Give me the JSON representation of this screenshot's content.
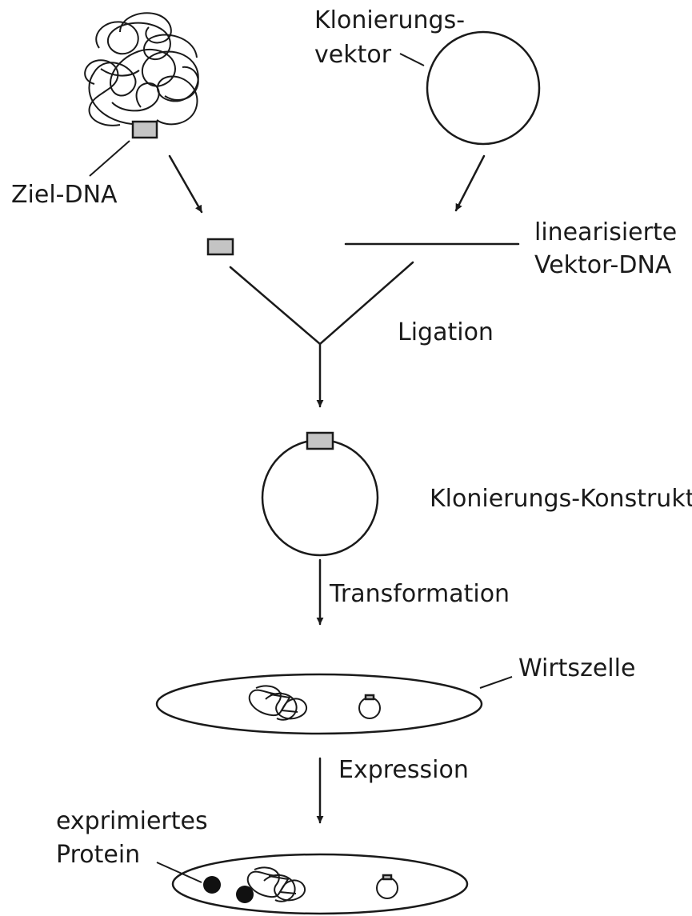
{
  "labels": {
    "target_dna": "Ziel-DNA",
    "cloning_vector_line1": "Klonierungs-",
    "cloning_vector_line2": "vektor",
    "linearized_vector_line1": "linearisierte",
    "linearized_vector_line2": "Vektor-DNA",
    "ligation": "Ligation",
    "cloning_construct": "Klonierungs-Konstrukt",
    "transformation": "Transformation",
    "host_cell": "Wirtszelle",
    "expression": "Expression",
    "expressed_protein_line1": "exprimiertes",
    "expressed_protein_line2": "Protein"
  },
  "colors": {
    "stroke": "#1a1a1a",
    "insert_fill": "#c4c4c4",
    "protein_fill": "#111111",
    "background": "#ffffff"
  }
}
